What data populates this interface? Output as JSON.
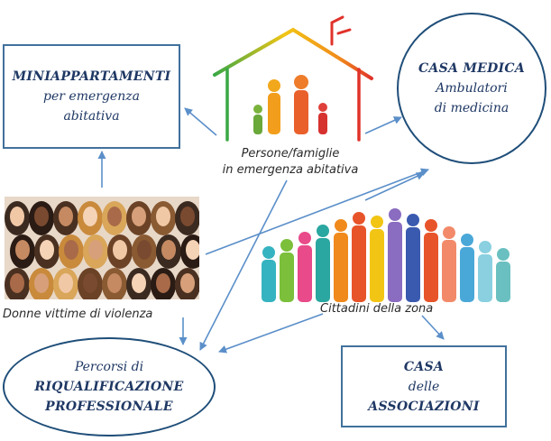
{
  "nodes": {
    "miniappartamenti": {
      "line1": "MINIAPPARTAMENTI",
      "line2": "per emergenza",
      "line3": "abitativa"
    },
    "casa_medica": {
      "line1": "CASA MEDICA",
      "line2": "Ambulatori",
      "line3": "di medicina"
    },
    "percorsi": {
      "line1": "Percorsi di",
      "line2": "RIQUALIFICAZIONE",
      "line3": "PROFESSIONALE"
    },
    "casa_associazioni": {
      "line1": "CASA",
      "line2": "delle",
      "line3": "ASSOCIAZIONI"
    }
  },
  "captions": {
    "persone_line1": "Persone/famiglie",
    "persone_line2": "in emergenza abitativa",
    "donne": "Donne vittime di violenza",
    "cittadini": "Cittadini della zona"
  },
  "colors": {
    "box_border": "#41719c",
    "ellipse_border": "#1f4e79",
    "arrow": "#5b8fc9",
    "text": "#1f3864"
  }
}
